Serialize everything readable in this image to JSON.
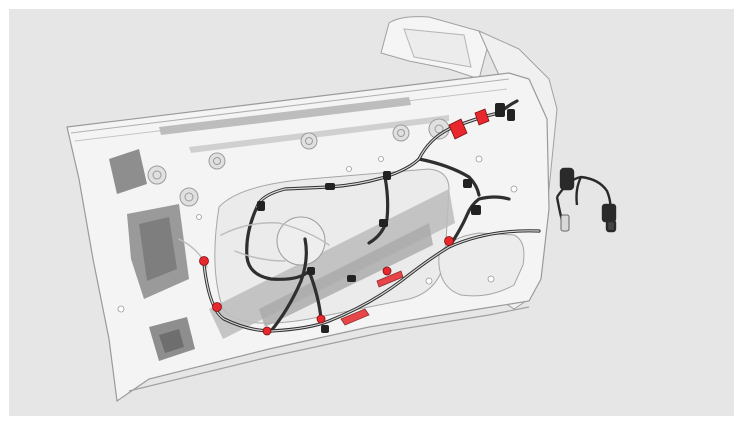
{
  "diagram": {
    "subject": "door-wiring-harness",
    "colors": {
      "background": "#e6e6e6",
      "panel_fill": "#f4f4f4",
      "panel_stroke": "#9a9a9a",
      "shade_dark": "#8e8e8e",
      "shade_light": "#c8c8c8",
      "harness": "#3a3a3a",
      "highlight": "#e8282d"
    },
    "highlighted_parts": [
      "clip-1",
      "clip-2",
      "clip-3",
      "clip-4",
      "clip-5",
      "clip-6",
      "connector-top-left",
      "connector-top-right",
      "tape-center",
      "tape-right"
    ]
  }
}
